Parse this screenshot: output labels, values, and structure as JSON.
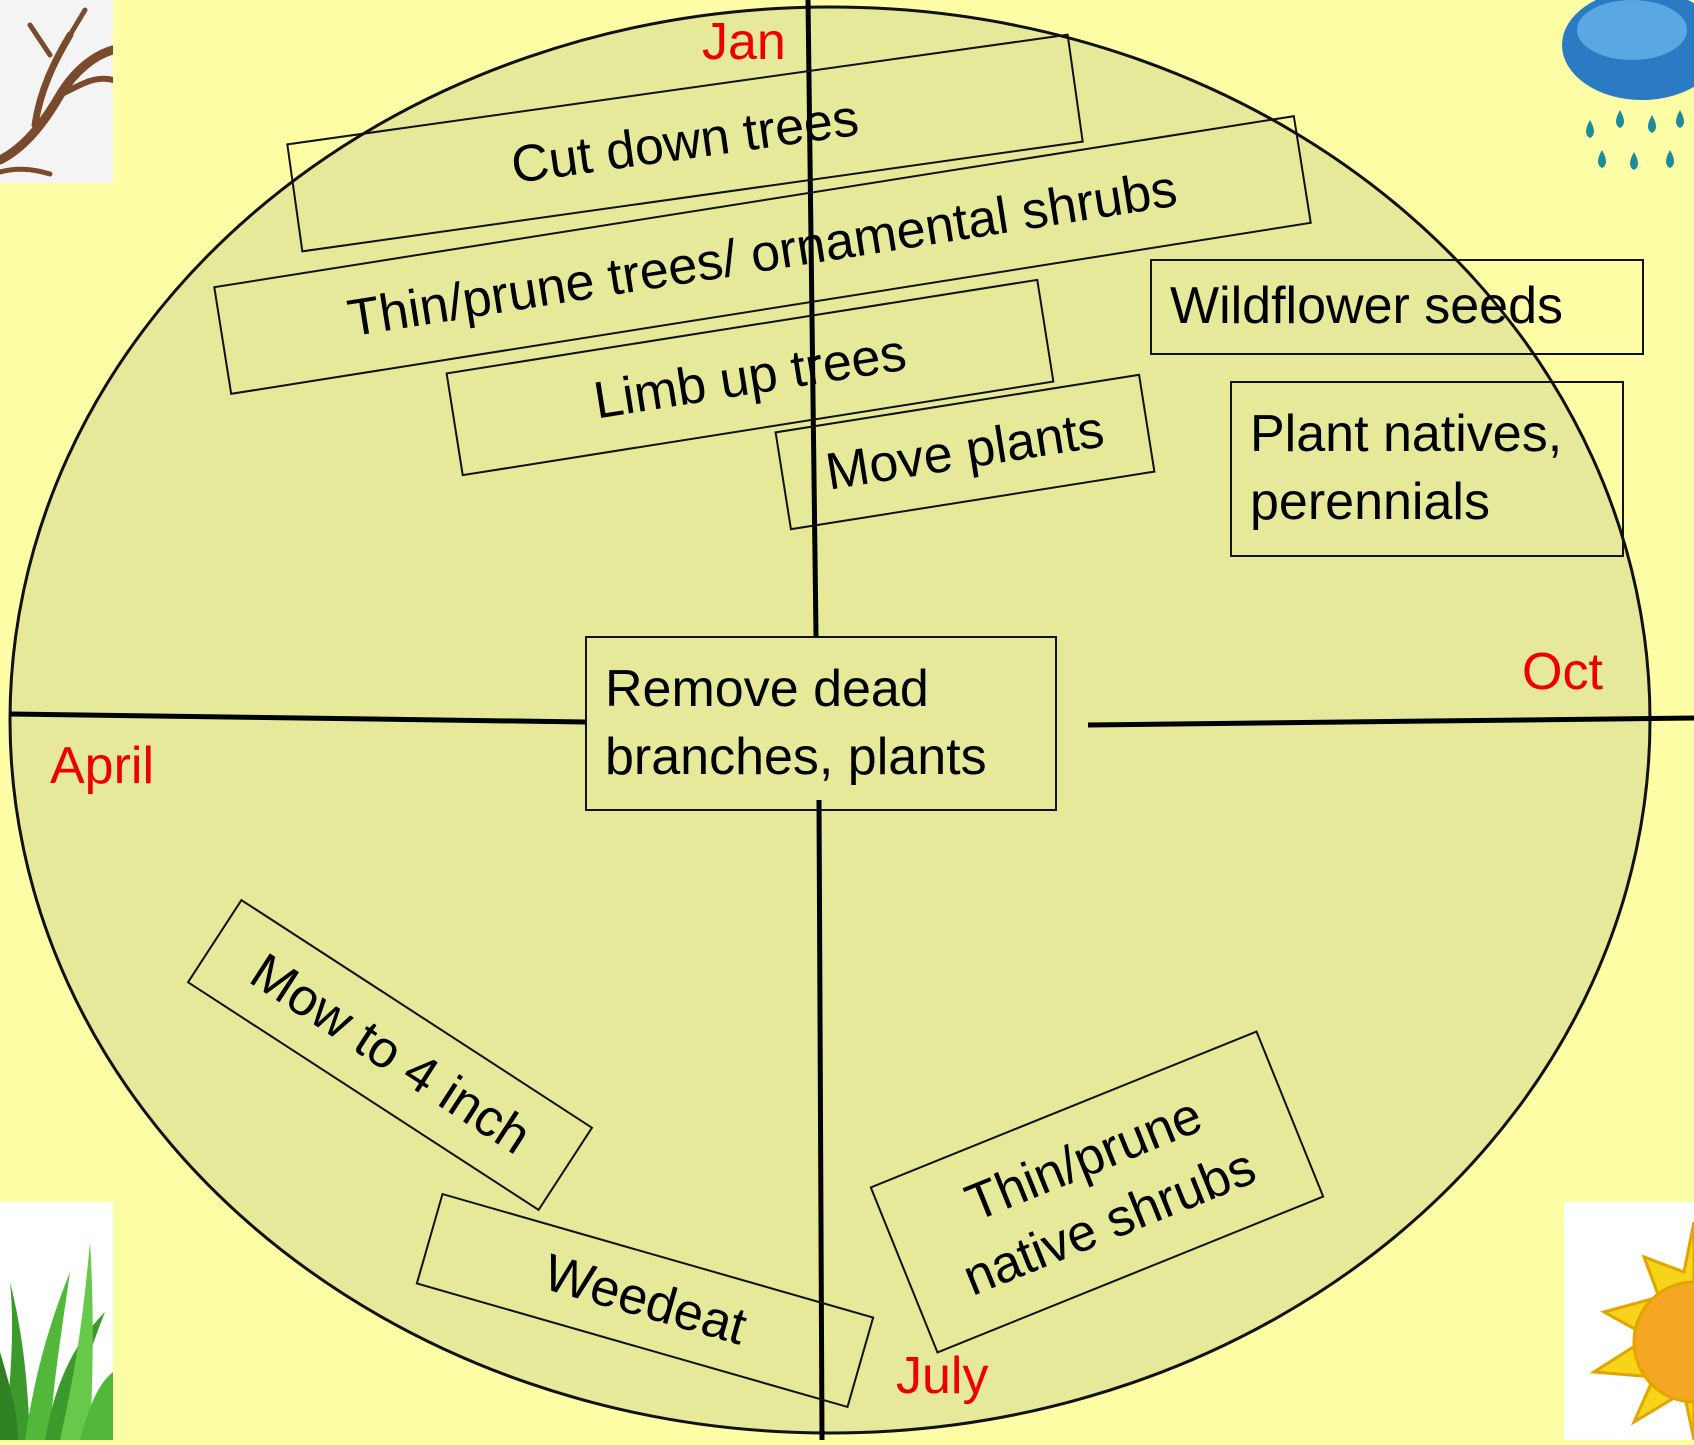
{
  "colors": {
    "background": "#fdfda6",
    "circle_fill": "#e6e89a",
    "month_label": "#ee0000",
    "line": "#000000"
  },
  "months": {
    "jan": "Jan",
    "april": "April",
    "july": "July",
    "oct": "Oct"
  },
  "tasks": {
    "cut_down_trees": "Cut down trees",
    "thin_prune_ornamental": "Thin/prune trees/ ornamental  shrubs",
    "limb_up_trees": "Limb up trees",
    "move_plants": "Move plants",
    "wildflower_seeds": "Wildflower seeds",
    "plant_natives": [
      "Plant natives,",
      "perennials"
    ],
    "remove_dead": [
      "Remove dead",
      "branches, plants"
    ],
    "mow": "Mow to 4 inch",
    "weedeat": "Weedeat",
    "thin_prune_native": [
      "Thin/prune",
      "native shrubs"
    ]
  },
  "icons": {
    "top_left": "bare-tree-icon",
    "top_right": "rain-cloud-icon",
    "bottom_left": "grass-icon",
    "bottom_right": "sun-icon"
  }
}
